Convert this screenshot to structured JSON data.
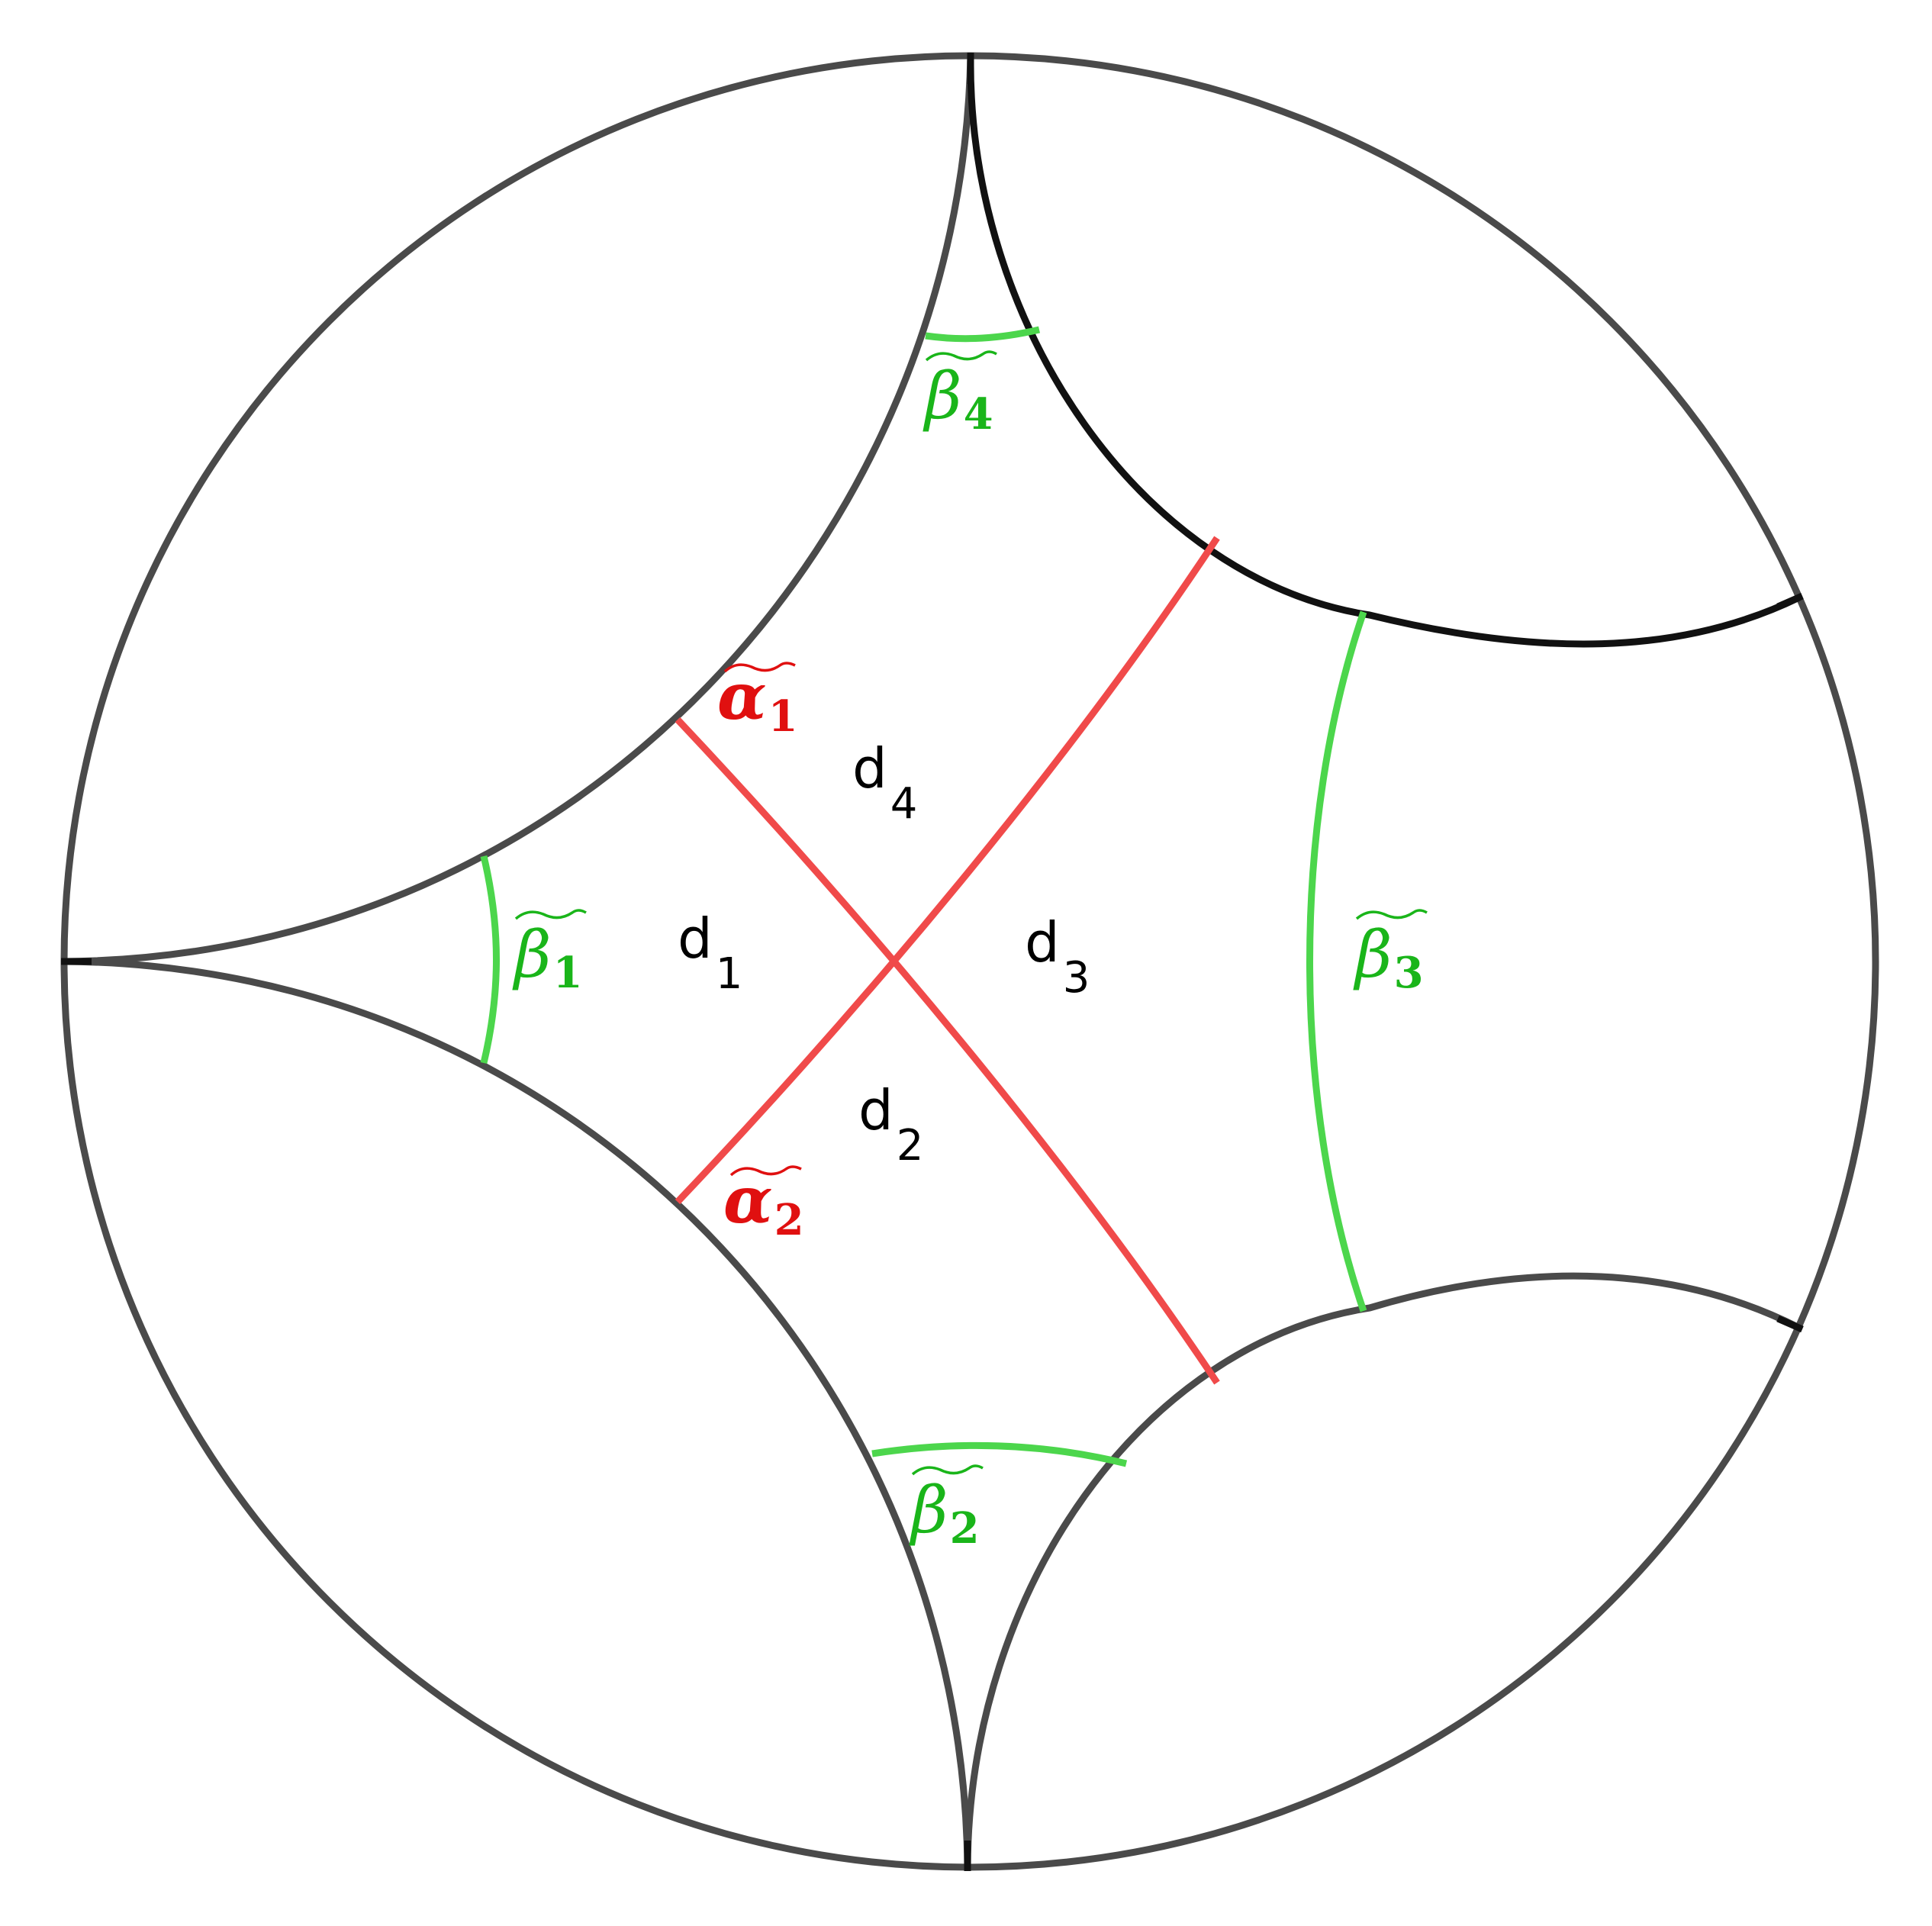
{
  "colors": {
    "boundary": "#4a4a4a",
    "edge_dark": "#111111",
    "alpha_curve": "#f04a4a",
    "alpha_label": "#e01010",
    "beta_curve": "#4cd64c",
    "beta_label": "#1ab51a",
    "text": "#000000"
  },
  "regions": [
    {
      "letter": "d",
      "index": "1"
    },
    {
      "letter": "d",
      "index": "2"
    },
    {
      "letter": "d",
      "index": "3"
    },
    {
      "letter": "d",
      "index": "4"
    }
  ],
  "alpha_labels": [
    {
      "symbol": "α",
      "index": "1"
    },
    {
      "symbol": "α",
      "index": "2"
    }
  ],
  "beta_labels": [
    {
      "symbol": "β",
      "index": "1"
    },
    {
      "symbol": "β",
      "index": "2"
    },
    {
      "symbol": "β",
      "index": "3"
    },
    {
      "symbol": "β",
      "index": "4"
    }
  ]
}
